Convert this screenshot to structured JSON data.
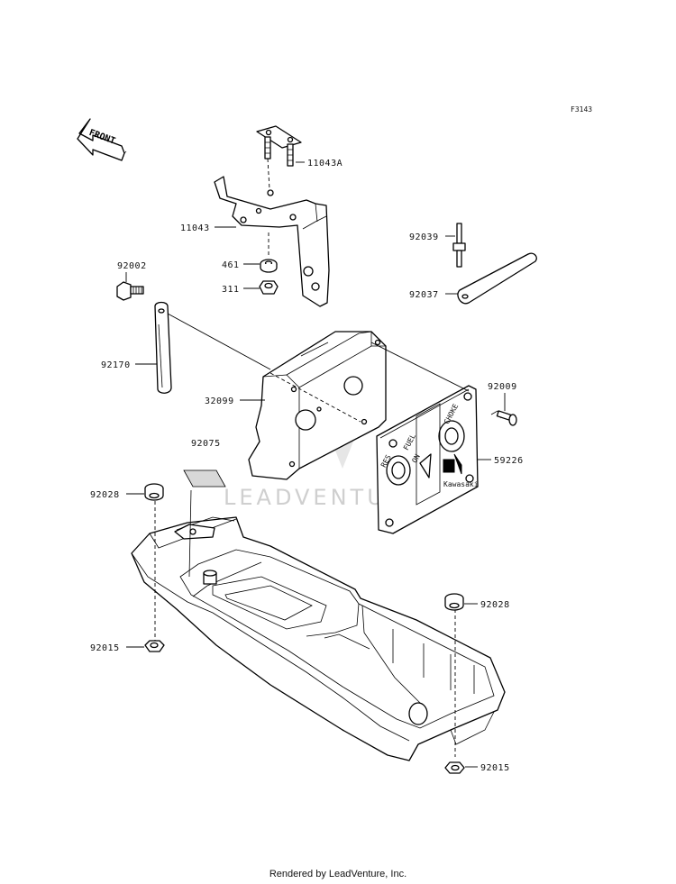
{
  "figure_ref": "F3143",
  "front_arrow_label": "FRONT",
  "watermark": "LEADVENTURE",
  "footer": "Rendered by LeadVenture, Inc.",
  "dial_labels": {
    "fuel": "FUEL",
    "choke": "CHOKE",
    "res": "RES",
    "on": "ON",
    "brand": "Kawasaki"
  },
  "callouts": [
    {
      "id": "p-11043a",
      "label": "11043A"
    },
    {
      "id": "p-11043",
      "label": "11043"
    },
    {
      "id": "p-461",
      "label": "461"
    },
    {
      "id": "p-311",
      "label": "311"
    },
    {
      "id": "p-92002",
      "label": "92002"
    },
    {
      "id": "p-92170",
      "label": "92170"
    },
    {
      "id": "p-32099",
      "label": "32099"
    },
    {
      "id": "p-92075",
      "label": "92075"
    },
    {
      "id": "p-92028-a",
      "label": "92028"
    },
    {
      "id": "p-92015-a",
      "label": "92015"
    },
    {
      "id": "p-92039",
      "label": "92039"
    },
    {
      "id": "p-92037",
      "label": "92037"
    },
    {
      "id": "p-92009",
      "label": "92009"
    },
    {
      "id": "p-59226",
      "label": "59226"
    },
    {
      "id": "p-92028-b",
      "label": "92028"
    },
    {
      "id": "p-92015-b",
      "label": "92015"
    }
  ]
}
